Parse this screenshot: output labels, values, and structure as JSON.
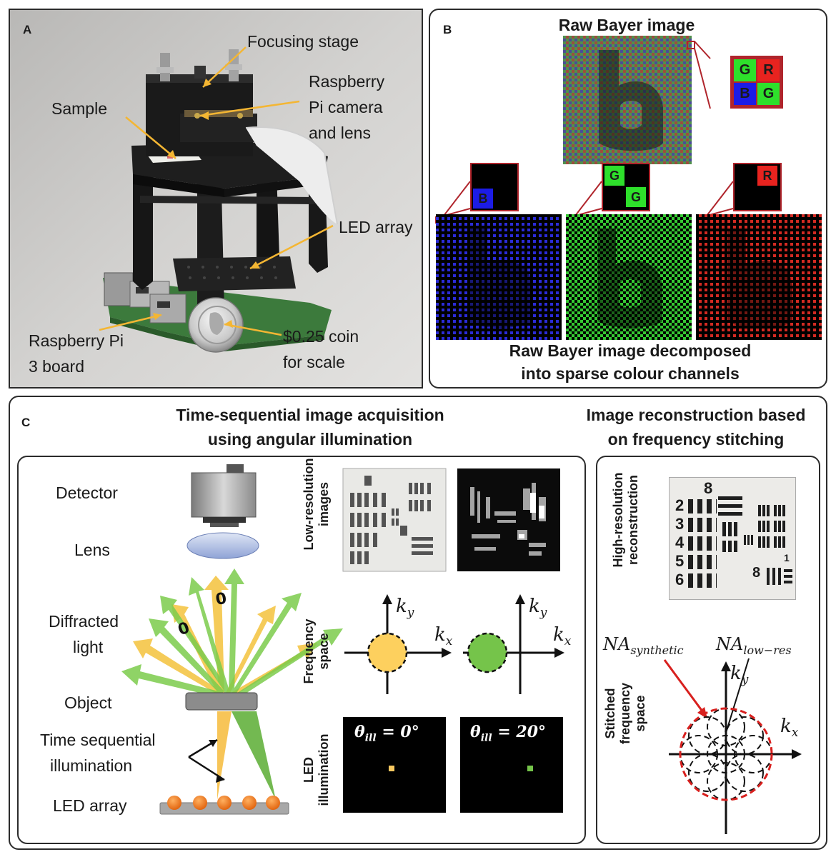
{
  "panel_a": {
    "label": "A",
    "callouts": {
      "focusing_stage": "Focusing stage",
      "sample": "Sample",
      "camera_line1": "Raspberry",
      "camera_line2": "Pi camera",
      "camera_line3": "and lens",
      "led_array": "LED array",
      "board_line1": "Raspberry Pi",
      "board_line2": "3 board",
      "coin_line1": "$0.25 coin",
      "coin_line2": "for scale"
    }
  },
  "panel_b": {
    "label": "B",
    "title": "Raw Bayer image",
    "bayer_cells": {
      "g": "G",
      "r": "R",
      "b": "B"
    },
    "caption_line1": "Raw Bayer image decomposed",
    "caption_line2": "into sparse colour channels"
  },
  "panel_c": {
    "label": "C",
    "left_heading_line1": "Time-sequential image acquisition",
    "left_heading_line2": "using angular illumination",
    "right_heading_line1": "Image reconstruction based",
    "right_heading_line2": "on frequency stitching",
    "schematic": {
      "detector": "Detector",
      "lens": "Lens",
      "diffracted_line1": "Diffracted",
      "diffracted_line2": "light",
      "object": "Object",
      "illum_line1": "Time sequential",
      "illum_line2": "illumination",
      "led_array": "LED array",
      "order_label": "0"
    },
    "row_labels": {
      "lowres_line1": "Low-resolution",
      "lowres_line2": "images",
      "freq_line1": "Frequency",
      "freq_line2": "space",
      "led_line1": "LED",
      "led_line2": "illumination",
      "highres_line1": "High-resolution",
      "highres_line2": "reconstruction",
      "stitched_line1": "Stitched",
      "stitched_line2": "frequency",
      "stitched_line3": "space"
    },
    "axes": {
      "ky": "k",
      "ky_sub": "y",
      "kx": "k",
      "kx_sub": "x"
    },
    "theta": {
      "sym": "θ",
      "sub": "ill",
      "val1": " = 0°",
      "val2": " = 20°"
    },
    "na": {
      "na": "NA",
      "synthetic": "synthetic",
      "lowres": "low−res"
    },
    "target_digits": [
      "2",
      "3",
      "4",
      "5",
      "6",
      "1"
    ],
    "target_top": "8"
  },
  "colors": {
    "bayer_red": "#e8231f",
    "bayer_green": "#2ee02b",
    "bayer_blue": "#1c1ce6",
    "callout_red": "#b0252c",
    "pointer_yellow": "#f4b633",
    "freq_yellow": "#fdd05e",
    "freq_green": "#75c44a",
    "led_orange": "#f07a14"
  }
}
